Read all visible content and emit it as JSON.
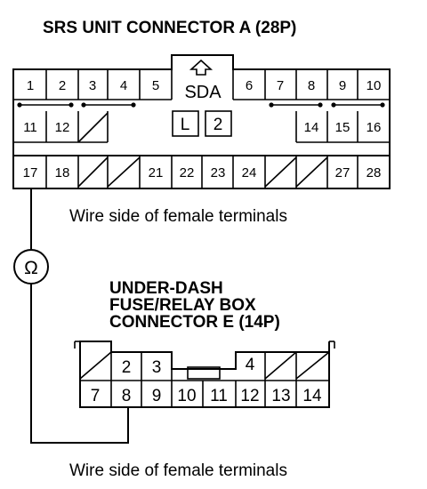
{
  "connector_a": {
    "title": "SRS UNIT CONNECTOR A (28P)",
    "caption": "Wire side of female terminals",
    "center_label": "SDA",
    "box_labels": [
      "L",
      "2"
    ],
    "row1": [
      "1",
      "2",
      "3",
      "4",
      "5",
      "6",
      "7",
      "8",
      "9",
      "10"
    ],
    "row2": [
      "11",
      "12",
      "14",
      "15",
      "16"
    ],
    "row3": [
      "17",
      "18",
      "21",
      "22",
      "23",
      "24",
      "27",
      "28"
    ]
  },
  "meter": {
    "symbol": "Ω"
  },
  "connector_e": {
    "title_lines": [
      "UNDER-DASH",
      "FUSE/RELAY BOX",
      "CONNECTOR E (14P)"
    ],
    "caption": "Wire side of female terminals",
    "top_row": [
      "2",
      "3",
      "4"
    ],
    "bottom_row": [
      "7",
      "8",
      "9",
      "10",
      "11",
      "12",
      "13",
      "14"
    ]
  }
}
